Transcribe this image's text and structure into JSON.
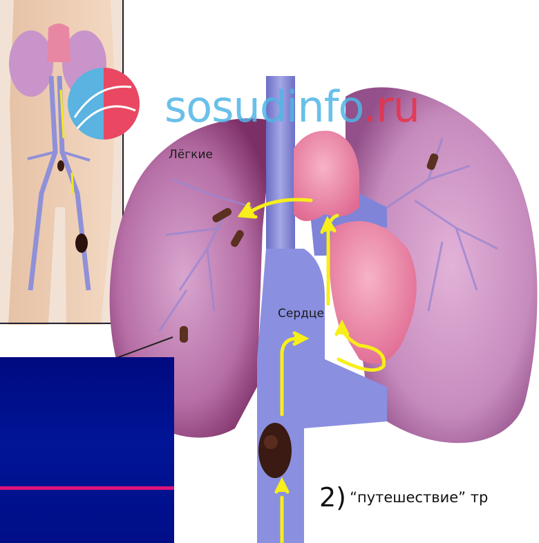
{
  "watermark": {
    "part1": "sosudinfo",
    "part2": ".ru",
    "color_primary": "#4fb6e6",
    "color_accent": "#e8324a"
  },
  "labels": {
    "lungs": "Лёгкие",
    "heart": "Сердце"
  },
  "caption": {
    "number": "2)",
    "text": "“путешествие” тр"
  },
  "colors": {
    "lung": "#c98fc0",
    "vein": "#7d7fd0",
    "heart": "#f08aa8",
    "arrow": "#f7ee1a",
    "clot": "#3a1a12",
    "panel": "#011596",
    "panel_line": "#e0137a"
  }
}
